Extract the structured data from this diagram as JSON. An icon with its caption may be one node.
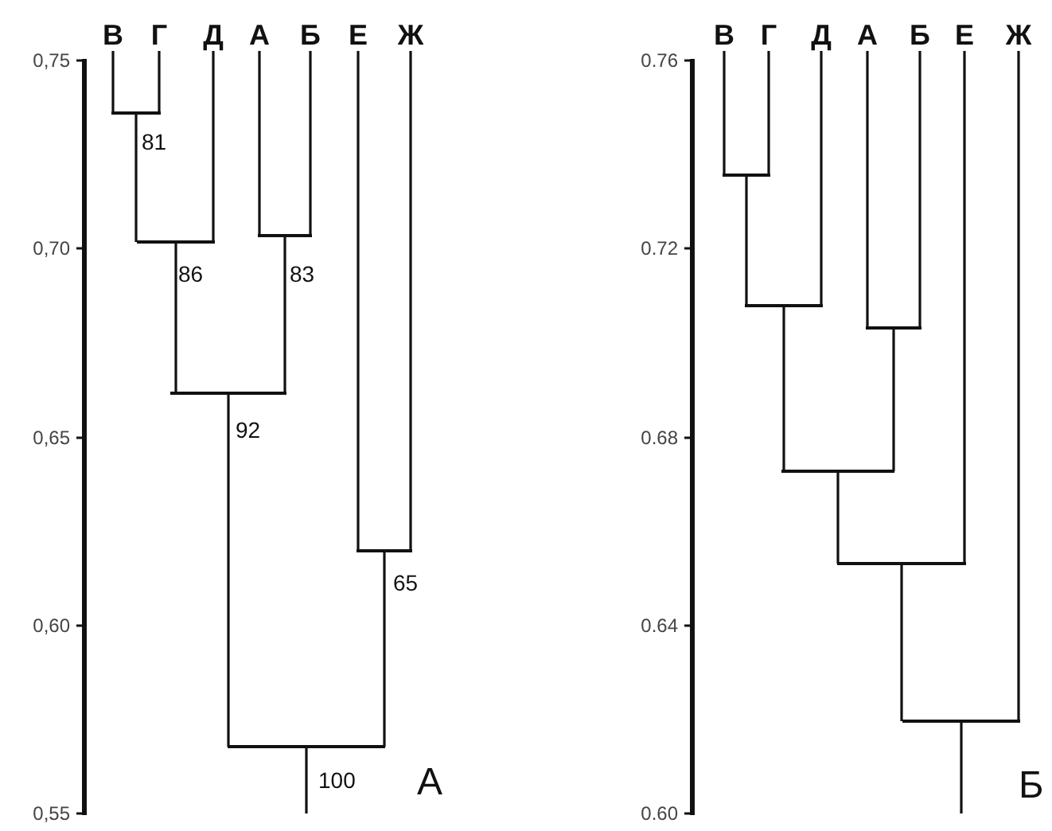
{
  "diagram": {
    "nodes": [
      {
        "text": [
          "В"
        ]
      },
      {
        "text": [
          "Г"
        ]
      },
      {
        "text": [
          "Д"
        ]
      },
      {
        "text": [
          "А"
        ]
      },
      {
        "text": [
          "Б"
        ]
      },
      {
        "text": [
          "Е"
        ]
      },
      {
        "text": [
          "Ж"
        ]
      },
      {
        "text": [],
        "shape": "bar",
        "beside": [
          "81"
        ]
      },
      {
        "text": [],
        "shape": "bar",
        "beside": [
          "86"
        ]
      },
      {
        "text": [],
        "shape": "bar",
        "beside": [
          "83"
        ]
      },
      {
        "text": [],
        "shape": "bar",
        "beside": [
          "92"
        ]
      },
      {
        "text": [],
        "shape": "bar",
        "beside": [
          "65"
        ]
      },
      {
        "text": [],
        "shape": "bar",
        "beside": [
          "100"
        ]
      },
      {
        "text": [
          "В"
        ]
      },
      {
        "text": [
          "Г"
        ]
      },
      {
        "text": [
          "Д"
        ]
      },
      {
        "text": [
          "А"
        ]
      },
      {
        "text": [
          "Б"
        ]
      },
      {
        "text": [
          "Е"
        ]
      },
      {
        "text": [
          "Ж"
        ]
      },
      {
        "text": [],
        "shape": "bar"
      },
      {
        "text": [],
        "shape": "bar"
      },
      {
        "text": [],
        "shape": "bar"
      },
      {
        "text": [],
        "shape": "bar"
      },
      {
        "text": [],
        "shape": "bar"
      },
      {
        "text": [],
        "shape": "bar"
      }
    ],
    "edges": [
      {
        "from": 7,
        "to": 0,
        "arrow": "none"
      },
      {
        "from": 7,
        "to": 1,
        "arrow": "none"
      },
      {
        "from": 8,
        "to": 7,
        "arrow": "none"
      },
      {
        "from": 8,
        "to": 2,
        "arrow": "none"
      },
      {
        "from": 9,
        "to": 3,
        "arrow": "none"
      },
      {
        "from": 9,
        "to": 4,
        "arrow": "none"
      },
      {
        "from": 10,
        "to": 8,
        "arrow": "none"
      },
      {
        "from": 10,
        "to": 9,
        "arrow": "none"
      },
      {
        "from": 11,
        "to": 5,
        "arrow": "none"
      },
      {
        "from": 11,
        "to": 6,
        "arrow": "none"
      },
      {
        "from": 12,
        "to": 10,
        "arrow": "none"
      },
      {
        "from": 12,
        "to": 11,
        "arrow": "none"
      },
      {
        "from": null,
        "to": 12,
        "arrow": "none"
      },
      {
        "from": 20,
        "to": 13,
        "arrow": "none"
      },
      {
        "from": 20,
        "to": 14,
        "arrow": "none"
      },
      {
        "from": 21,
        "to": 20,
        "arrow": "none"
      },
      {
        "from": 21,
        "to": 15,
        "arrow": "none"
      },
      {
        "from": 22,
        "to": 16,
        "arrow": "none"
      },
      {
        "from": 22,
        "to": 17,
        "arrow": "none"
      },
      {
        "from": 23,
        "to": 21,
        "arrow": "none"
      },
      {
        "from": 23,
        "to": 22,
        "arrow": "none"
      },
      {
        "from": 24,
        "to": 23,
        "arrow": "none"
      },
      {
        "from": 24,
        "to": 18,
        "arrow": "none"
      },
      {
        "from": 25,
        "to": 24,
        "arrow": "none"
      },
      {
        "from": 25,
        "to": 19,
        "arrow": "none"
      },
      {
        "from": null,
        "to": 25,
        "arrow": "none"
      }
    ],
    "labels": [
      "0,75",
      "0,70",
      "0,65",
      "0,60",
      "0,55",
      "А",
      "0.76",
      "0.72",
      "0.68",
      "0.64",
      "0.60",
      "Б"
    ]
  }
}
